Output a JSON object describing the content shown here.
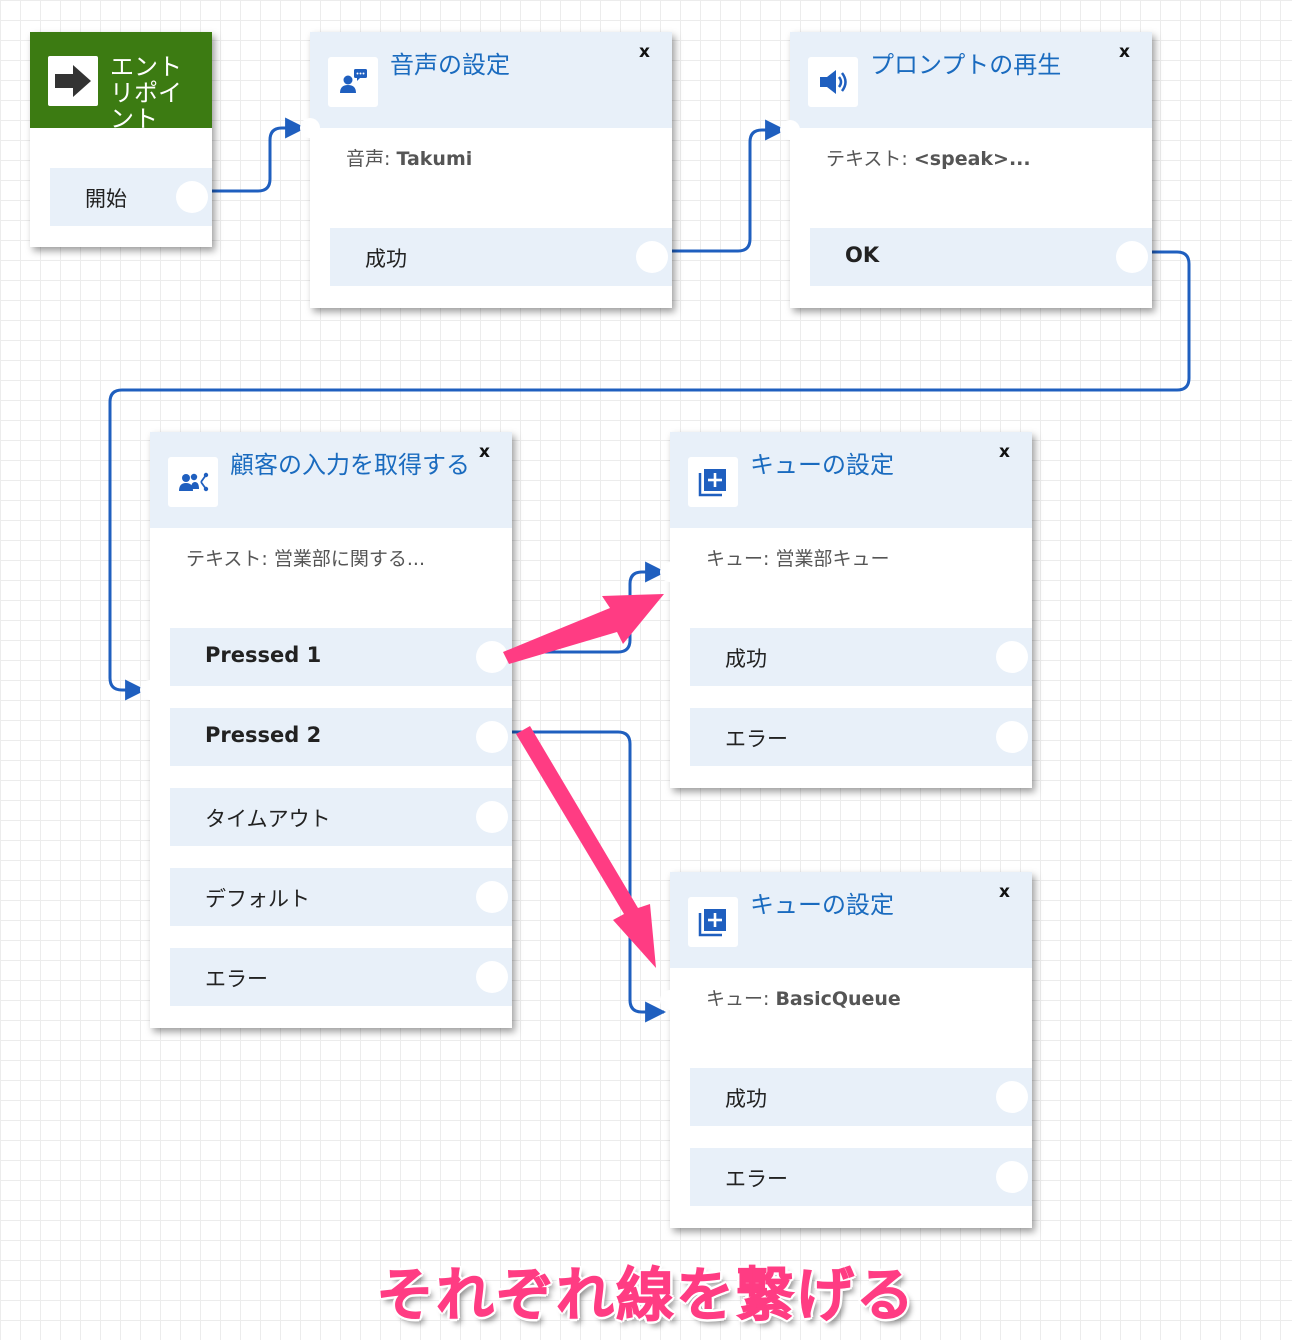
{
  "entry": {
    "title": "エントリポイント",
    "branch": "開始",
    "accent_color": "#3c7b12"
  },
  "blocks": {
    "set_voice": {
      "title": "音声の設定",
      "icon": "voice-chat-icon",
      "summary_label": "音声: ",
      "summary_value": "Takumi",
      "close": "x",
      "branches": [
        "成功"
      ]
    },
    "play_prompt": {
      "title": "プロンプトの再生",
      "icon": "speaker-icon",
      "summary_label": "テキスト: ",
      "summary_value": "<speak>...",
      "close": "x",
      "branches": [
        "OK"
      ]
    },
    "get_input": {
      "title": "顧客の入力を取得する",
      "icon": "people-branch-icon",
      "summary_label": "テキスト: ",
      "summary_value": "営業部に関する...",
      "close": "x",
      "branches": [
        "Pressed 1",
        "Pressed 2",
        "タイムアウト",
        "デフォルト",
        "エラー"
      ]
    },
    "set_queue_1": {
      "title": "キューの設定",
      "icon": "queue-add-icon",
      "summary_label": "キュー: ",
      "summary_value": "営業部キュー",
      "close": "x",
      "branches": [
        "成功",
        "エラー"
      ]
    },
    "set_queue_2": {
      "title": "キューの設定",
      "icon": "queue-add-icon",
      "summary_label": "キュー: ",
      "summary_value": "BasicQueue",
      "close": "x",
      "branches": [
        "成功",
        "エラー"
      ]
    }
  },
  "colors": {
    "title_blue": "#1a6bbf",
    "wire_blue": "#1f5fbf",
    "header_bg": "#e8f0f9",
    "annotation_pink": "#ff3c83"
  },
  "caption": "それぞれ線を繋げる"
}
